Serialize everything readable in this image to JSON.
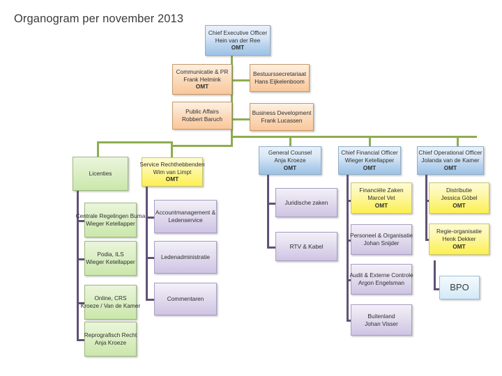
{
  "page": {
    "title": "Organogram per november 2013"
  },
  "colors": {
    "connector_green": "#8ead50",
    "connector_purple": "#5f5275",
    "ceo_blue": "#b4d0ec",
    "staff_orange": "#f9c79b",
    "unit_green": "#cbe7ac",
    "highlight_yellow": "#fcf050",
    "dept_purple": "#cfc4e4",
    "bpo_blue": "#d3eaf7"
  },
  "nodes": {
    "ceo": {
      "role": "Chief Executive Officer",
      "person": "Hein van der Ree",
      "badge": "OMT",
      "color": "blue"
    },
    "communicatie_pr": {
      "role": "Communicatie & PR",
      "person": "Frank Helmink",
      "badge": "OMT",
      "color": "orange"
    },
    "bestuurssecretariaat": {
      "role": "Bestuurssecretariaat",
      "person": "Hans Eijkelenboom",
      "badge": "",
      "color": "orange"
    },
    "public_affairs": {
      "role": "Public Affairs",
      "person": "Robbert Baruch",
      "badge": "",
      "color": "orange"
    },
    "business_development": {
      "role": "Business Development",
      "person": "Frank Lucassen",
      "badge": "",
      "color": "orange"
    },
    "licenties": {
      "role": "Licenties",
      "person": "",
      "badge": "",
      "color": "green"
    },
    "centrale_regelingen": {
      "role": "Centrale Regelingen Buma",
      "person": "Wieger Ketellapper",
      "badge": "",
      "color": "green"
    },
    "podia_ils": {
      "role": "Podia, ILS",
      "person": "Wieger Ketellapper",
      "badge": "",
      "color": "green"
    },
    "online_crs": {
      "role": "Online, CRS",
      "person": "Kroeze / Van de Kamer",
      "badge": "",
      "color": "green"
    },
    "reprografisch_recht": {
      "role": "Reprografisch Recht",
      "person": "Anja Kroeze",
      "badge": "",
      "color": "green"
    },
    "service_rechthebbenden": {
      "role": "Service Rechthebbenden",
      "person": "Wim van Limpt",
      "badge": "OMT",
      "color": "yellow"
    },
    "accountmanagement": {
      "role": "Accountmanagement &",
      "person": "Ledenservice",
      "badge": "",
      "color": "purple"
    },
    "ledenadministratie": {
      "role": "Ledenadministratie",
      "person": "",
      "badge": "",
      "color": "purple"
    },
    "commentaren": {
      "role": "Commentaren",
      "person": "",
      "badge": "",
      "color": "purple"
    },
    "general_counsel": {
      "role": "General Counsel",
      "person": "Anja Kroeze",
      "badge": "OMT",
      "color": "blue"
    },
    "juridische_zaken": {
      "role": "Juridische zaken",
      "person": "",
      "badge": "",
      "color": "purple"
    },
    "rtv_kabel": {
      "role": "RTV & Kabel",
      "person": "",
      "badge": "",
      "color": "purple"
    },
    "cfo": {
      "role": "Chief Financial Officer",
      "person": "Wieger Ketellapper",
      "badge": "OMT",
      "color": "blue"
    },
    "financiele_zaken": {
      "role": "Financiële Zaken",
      "person": "Marcel Vet",
      "badge": "OMT",
      "color": "yellow"
    },
    "personeel_organisatie": {
      "role": "Personeel & Organisatie",
      "person": "Johan Snijder",
      "badge": "",
      "color": "purple"
    },
    "audit_externe_controle": {
      "role": "Audit & Externe Controle",
      "person": "Argon Engelsman",
      "badge": "",
      "color": "purple"
    },
    "buitenland": {
      "role": "Buitenland",
      "person": "Johan Visser",
      "badge": "",
      "color": "purple"
    },
    "coo": {
      "role": "Chief Operational Officer",
      "person": "Jolanda van de Kamer",
      "badge": "OMT",
      "color": "blue"
    },
    "distributie": {
      "role": "Distributie",
      "person": "Jessica Göbel",
      "badge": "OMT",
      "color": "yellow"
    },
    "regie_organisatie": {
      "role": "Regie-organisatie",
      "person": "Henk Dekker",
      "badge": "OMT",
      "color": "yellow"
    },
    "bpo": {
      "role": "BPO",
      "person": "",
      "badge": "",
      "color": "bpo"
    }
  }
}
